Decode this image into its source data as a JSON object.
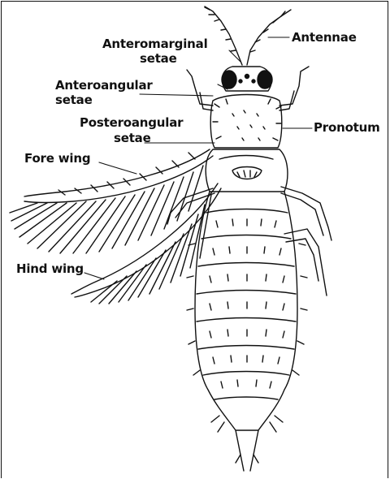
{
  "labels": {
    "antennae": "Antennae",
    "anteromarginal_1": "Anteromarginal",
    "anteromarginal_2": "setae",
    "anteroangular_1": "Anteroangular",
    "anteroangular_2": "setae",
    "posteroangular_1": "Posteroangular",
    "posteroangular_2": "setae",
    "pronotum": "Pronotum",
    "fore_wing": "Fore wing",
    "hind_wing": "Hind wing"
  },
  "colors": {
    "ink": "#111111",
    "background": "#ffffff"
  },
  "icons": {
    "subject": "thrips-insect-illustration"
  }
}
